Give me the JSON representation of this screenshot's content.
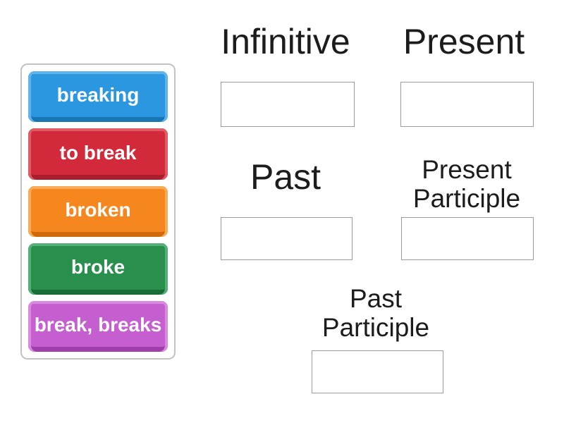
{
  "activity": {
    "kind": "group-sort drag-and-drop",
    "background_color": "#ffffff",
    "label_text_color": "#1c1c1c",
    "dropzone_border_color": "#9c9c9c",
    "tray_border_color": "#c2c2c2"
  },
  "tiles": [
    {
      "label": "breaking",
      "colors": {
        "main": "#2b97e0",
        "light": "#5fb4ec",
        "dark": "#1976b4"
      }
    },
    {
      "label": "to break",
      "colors": {
        "main": "#d22a3a",
        "light": "#e05c64",
        "dark": "#a81e2d"
      }
    },
    {
      "label": "broken",
      "colors": {
        "main": "#f6871f",
        "light": "#f9aa55",
        "dark": "#cf6a0c"
      }
    },
    {
      "label": "broke",
      "colors": {
        "main": "#28904c",
        "light": "#55b077",
        "dark": "#1a6c37"
      }
    },
    {
      "label": "break, breaks",
      "colors": {
        "main": "#c55ecf",
        "light": "#d98ae0",
        "dark": "#a03fab"
      }
    }
  ],
  "groups": [
    {
      "label": "Infinitive"
    },
    {
      "label": "Present"
    },
    {
      "label": "Past"
    },
    {
      "label": "Present Participle"
    },
    {
      "label": "Past Participle"
    }
  ]
}
